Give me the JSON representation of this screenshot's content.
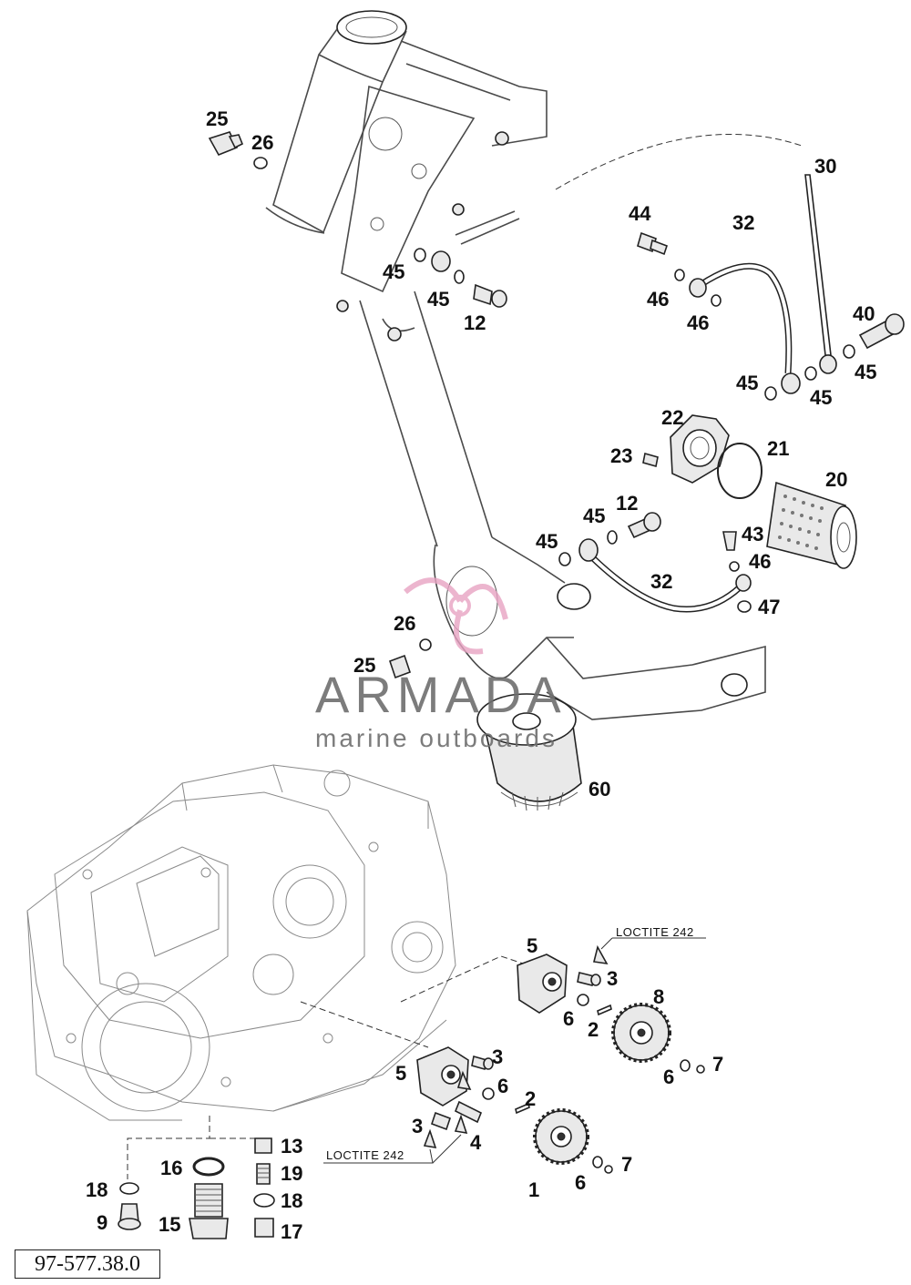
{
  "watermark": {
    "brand": "ARMADA",
    "tagline": "marine outboards",
    "logo_color": "#e8a3c3"
  },
  "drawing_number": "97-577.38.0",
  "loctite_labels": [
    "LOCTITE 242",
    "LOCTITE 242"
  ],
  "callouts": [
    "25",
    "26",
    "45",
    "45",
    "12",
    "30",
    "44",
    "32",
    "46",
    "46",
    "40",
    "45",
    "45",
    "45",
    "22",
    "23",
    "21",
    "20",
    "45",
    "12",
    "45",
    "32",
    "43",
    "46",
    "47",
    "26",
    "25",
    "60",
    "5",
    "3",
    "6",
    "2",
    "8",
    "6",
    "7",
    "5",
    "3",
    "6",
    "2",
    "3",
    "4",
    "1",
    "6",
    "7",
    "13",
    "16",
    "19",
    "18",
    "18",
    "9",
    "15",
    "17"
  ]
}
